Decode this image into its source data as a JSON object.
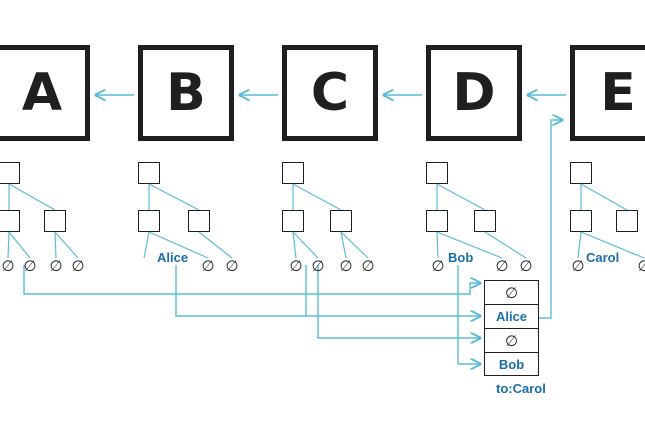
{
  "blocks": [
    "A",
    "B",
    "C",
    "D",
    "E"
  ],
  "null_symbol": "∅",
  "names": {
    "alice": "Alice",
    "bob": "Bob",
    "carol": "Carol"
  },
  "transaction": {
    "rows": [
      "∅",
      "Alice",
      "∅",
      "Bob"
    ],
    "recipient": "to:Carol"
  },
  "colors": {
    "ink": "#1f1f1f",
    "accent": "#5bbcd6",
    "label": "#1a6fa8"
  }
}
